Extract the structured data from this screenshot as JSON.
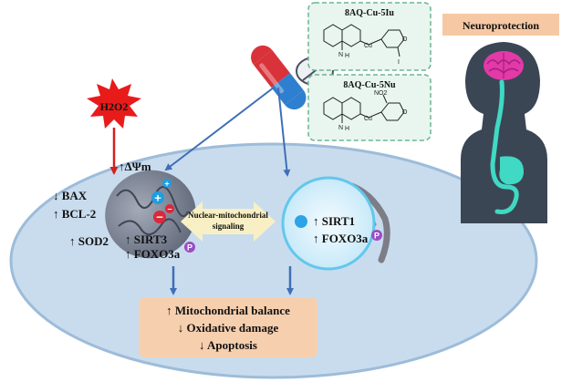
{
  "stimulus": {
    "label": "H2O2"
  },
  "compounds": [
    {
      "name": "8AQ-Cu-5Iu",
      "substituent": "I"
    },
    {
      "name": "8AQ-Cu-5Nu",
      "substituent": "NO2"
    }
  ],
  "atoms": {
    "cu": "Cu",
    "n": "N",
    "h": "H",
    "o": "O"
  },
  "neuro": {
    "title": "Neuroprotection"
  },
  "mito_markers": {
    "bax": "↓ BAX",
    "bcl2": "↑ BCL-2",
    "sod2": "↑ SOD2",
    "membrane_potential": "↑ΔΨm",
    "sirt3": "↑ SIRT3",
    "foxo3a": "↑ FOXO3a"
  },
  "signaling": {
    "line1": "Nuclear-mitochondrial",
    "line2": "signaling"
  },
  "nucleus_markers": {
    "sirt1": "↑ SIRT1",
    "foxo3a": "↑ FOXO3a"
  },
  "outcomes": {
    "line1": "↑ Mitochondrial balance",
    "line2": "↓ Oxidative damage",
    "line3": "↓ Apoptosis"
  },
  "symbols": {
    "plus": "+",
    "minus": "−",
    "phospho": "P"
  },
  "colors": {
    "cell_fill": "#c9dcee",
    "cell_stroke": "#9dbcd9",
    "outcome_box": "#f6cfae",
    "arrow_blue": "#3f6fb6",
    "arrow_red": "#d42020",
    "stimulus_star": "#e81b1b",
    "compound_box": "#e8f6ef",
    "compound_border": "#6bb592",
    "neuro_box": "#f6c9a4",
    "head_fill": "#3b4654",
    "brain": "#e23aa8",
    "gut": "#3fd9c4",
    "phospho": "#9b4dc4"
  }
}
